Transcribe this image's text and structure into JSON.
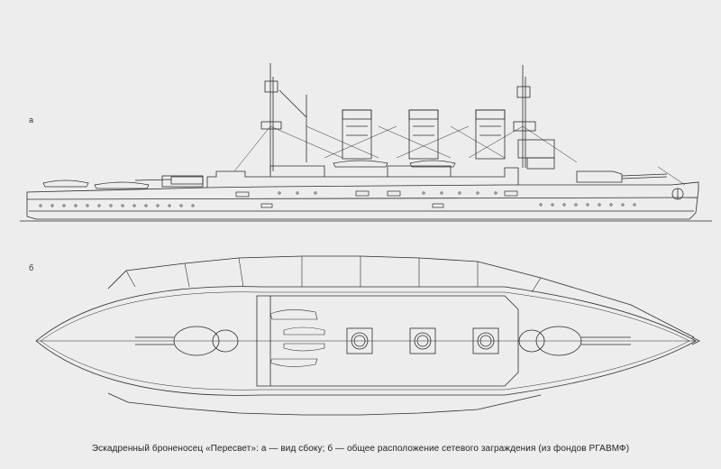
{
  "labels": {
    "view_a": "а",
    "view_b": "б"
  },
  "caption": "Эскадренный броненосец «Пересвет»: а — вид сбоку; б — общее расположение сетевого заграждения (из фондов РГАВМФ)",
  "colors": {
    "background": "#ededed",
    "line": "#2b2b2b"
  }
}
